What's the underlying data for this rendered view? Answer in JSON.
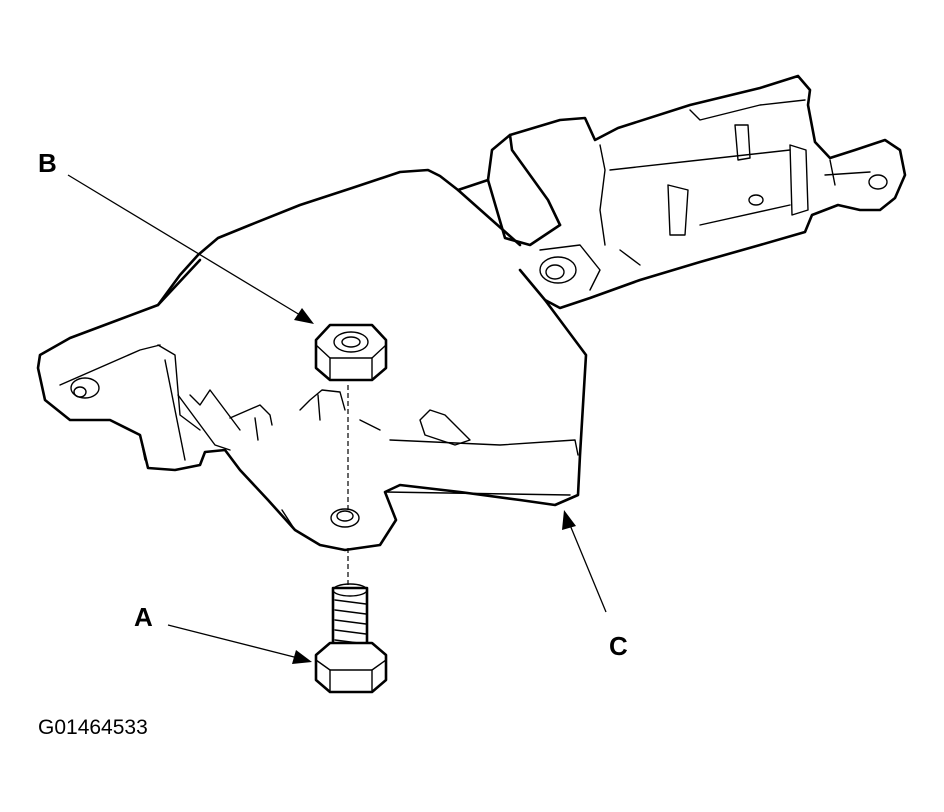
{
  "callouts": {
    "a": "A",
    "b": "B",
    "c": "C"
  },
  "figure_code": "G01464533"
}
